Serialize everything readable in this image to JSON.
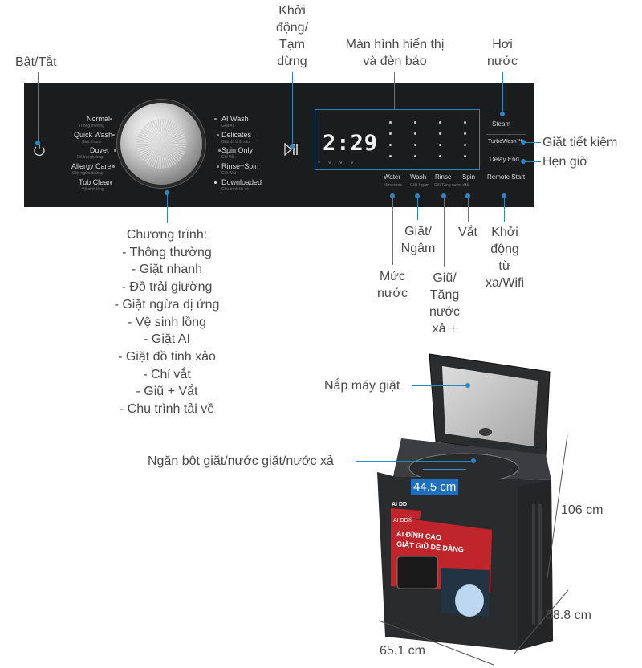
{
  "callouts": {
    "power": "Bật/Tắt",
    "start_pause": [
      "Khởi",
      "động/",
      "Tạm",
      "dừng"
    ],
    "display": [
      "Màn hình hiển thị",
      "và đèn báo"
    ],
    "steam": [
      "Hơi",
      "nước"
    ],
    "eco_wash": "Giặt tiết kiệm",
    "timer": "Hẹn giờ",
    "program_title": "Chương trình:",
    "programs": [
      "- Thông thường",
      "- Giặt nhanh",
      "- Đồ trải giường",
      "- Giặt ngừa dị ứng",
      "- Vệ sinh lồng",
      "- Giặt AI",
      "- Giặt đồ tinh xảo",
      "- Chỉ vắt",
      "- Giũ + Vắt",
      "- Chu trình tải về"
    ],
    "wash_soak": [
      "Giặt/",
      "Ngâm"
    ],
    "spin": "Vắt",
    "remote": [
      "Khởi",
      "động",
      "từ",
      "xa/Wifi"
    ],
    "water_level": [
      "Mức",
      "nước"
    ],
    "rinse": [
      "Giũ/",
      "Tăng",
      "nước",
      "xả +"
    ],
    "lid": "Nắp máy giặt",
    "dispenser": "Ngăn bột giặt/nước giặt/nước xả"
  },
  "dimensions": {
    "tub_diameter": "44.5 cm",
    "height": "106 cm",
    "depth": "68.8 cm",
    "width": "65.1 cm"
  },
  "panel": {
    "left_programs": [
      {
        "label": "Normal",
        "sub": "Thông thường"
      },
      {
        "label": "Quick Wash",
        "sub": "Giặt nhanh"
      },
      {
        "label": "Duvet",
        "sub": "Đồ trải giường"
      },
      {
        "label": "Allergy Care",
        "sub": "Giặt ngừa dị ứng"
      },
      {
        "label": "Tub Clean",
        "sub": "Vệ sinh lồng"
      }
    ],
    "right_programs": [
      {
        "label": "AI Wash",
        "sub": "Giặt AI"
      },
      {
        "label": "Delicates",
        "sub": "Giặt đồ tinh xảo"
      },
      {
        "label": "Spin Only",
        "sub": "Chỉ Vắt"
      },
      {
        "label": "Rinse+Spin",
        "sub": "Giũ+Vắt"
      },
      {
        "label": "Downloaded",
        "sub": "Chu trình tải về"
      }
    ],
    "time": "2:29",
    "options": [
      "Water",
      "Wash",
      "Rinse",
      "Spin"
    ],
    "option_subs": [
      "Mức nước",
      "Giặt Ngâm",
      "Giũ Tăng nước xả",
      "Vắt"
    ],
    "steam": "Steam",
    "turbowash": "TurboWash™",
    "delay_end": "Delay End",
    "remote_start": "Remote Start"
  },
  "colors": {
    "accent": "#2e86c1",
    "panel": "#1b1c1e",
    "body": "#2a2b2d"
  }
}
